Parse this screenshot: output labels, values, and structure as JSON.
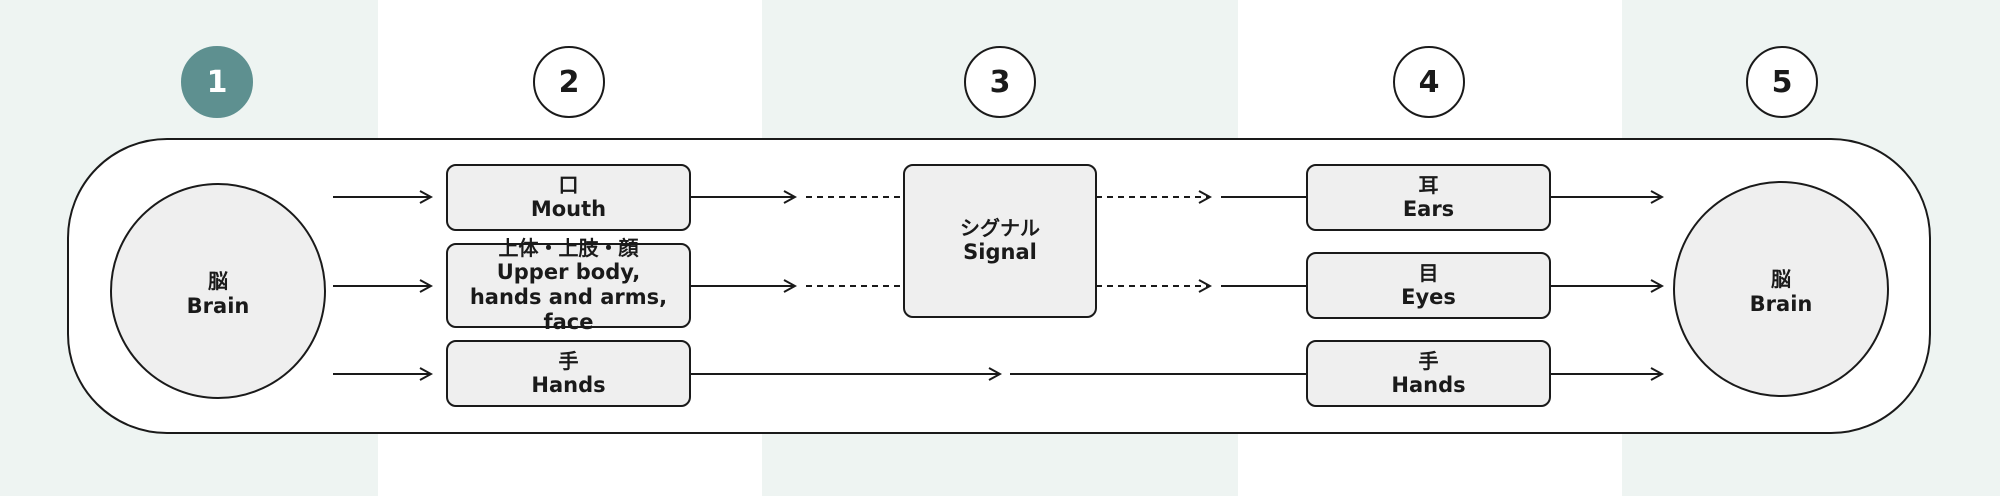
{
  "colors": {
    "band": "#eef4f2",
    "accent": "#5e9090",
    "stroke": "#1a1a1a",
    "fill": "#efefef"
  },
  "steps": [
    "1",
    "2",
    "3",
    "4",
    "5"
  ],
  "active_step": "1",
  "source": {
    "jp": "脳",
    "en": "Brain"
  },
  "body_parts": [
    {
      "jp": "口",
      "en": "Mouth"
    },
    {
      "jp": "上体・上肢・顔",
      "en": "Upper body,",
      "en2": "hands and arms, face"
    },
    {
      "jp": "手",
      "en": "Hands"
    }
  ],
  "signal": {
    "jp": "シグナル",
    "en": "Signal"
  },
  "receivers": [
    {
      "jp": "耳",
      "en": "Ears"
    },
    {
      "jp": "目",
      "en": "Eyes"
    },
    {
      "jp": "手",
      "en": "Hands"
    }
  ],
  "target": {
    "jp": "脳",
    "en": "Brain"
  }
}
